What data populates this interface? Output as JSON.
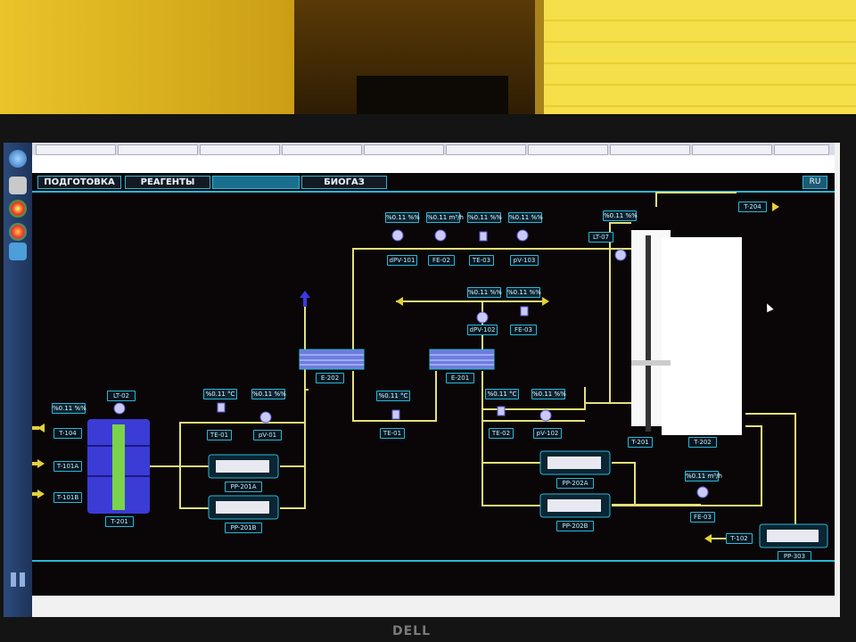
{
  "monitor": {
    "brand": "DELL"
  },
  "browser": {
    "tabs": [
      "",
      "",
      "",
      "",
      "",
      "",
      "",
      "",
      "",
      ""
    ]
  },
  "nav": {
    "tabs": [
      {
        "label": "ПОДГОТОВКА"
      },
      {
        "label": "РЕАГЕНТЫ"
      },
      {
        "label": ""
      },
      {
        "label": "БИОГАЗ"
      }
    ],
    "lang": "RU"
  },
  "process": {
    "readouts": {
      "lt_t201": "%0.11 %%",
      "t02_v1": "%0.11 %%",
      "t02_v2": "%0.11 m³/h",
      "t02_v3": "%0.11 %%",
      "t02_v4": "%0.11 %%",
      "mid_v1": "%0.11 %%",
      "mid_v2": "%0.11 %%",
      "left_temp": "%0.11 °C",
      "left_valve": "%0.11 %%",
      "hx_temp": "%0.11 °C",
      "right_temp": "%0.11 °C",
      "right_valve": "%0.11 %%",
      "reactor_top": "%0.11 %%",
      "fe_right": "%0.11 m³/h"
    },
    "labels": {
      "lt_t201": "LT-02",
      "t201_in1": "T-104",
      "t201_in2": "T-101A",
      "t201_in3": "T-101B",
      "t201": "T-201",
      "left_te": "TE-01",
      "left_cv": "pV-01",
      "pump_a": "PP-201A",
      "pump_b": "PP-201B",
      "hx1": "E-202",
      "hx_te": "TE-01",
      "hx2": "E-201",
      "dpv_top": "dPV-101",
      "fe_top": "FE-02",
      "te_top": "TE-03",
      "pv_top": "pV-103",
      "dpv_mid": "dPV-102",
      "fe_mid": "FE-03",
      "right_te": "TE-02",
      "right_cv": "pV-102",
      "pump_c": "PP-202A",
      "pump_d": "PP-202B",
      "reactor_lt": "LT-07",
      "r_t201": "T-201",
      "r_t202": "T-202",
      "t204": "T-204",
      "fe_right": "FE-03",
      "t102": "T-102",
      "pump_e": "PP-303"
    }
  },
  "colors": {
    "pipe": "#e4e07a",
    "accent": "#29b7d6",
    "tank": "#3b3bd6",
    "level": "#7ad34a",
    "arrow": "#e2d23a",
    "vent": "#3a3ae0"
  }
}
